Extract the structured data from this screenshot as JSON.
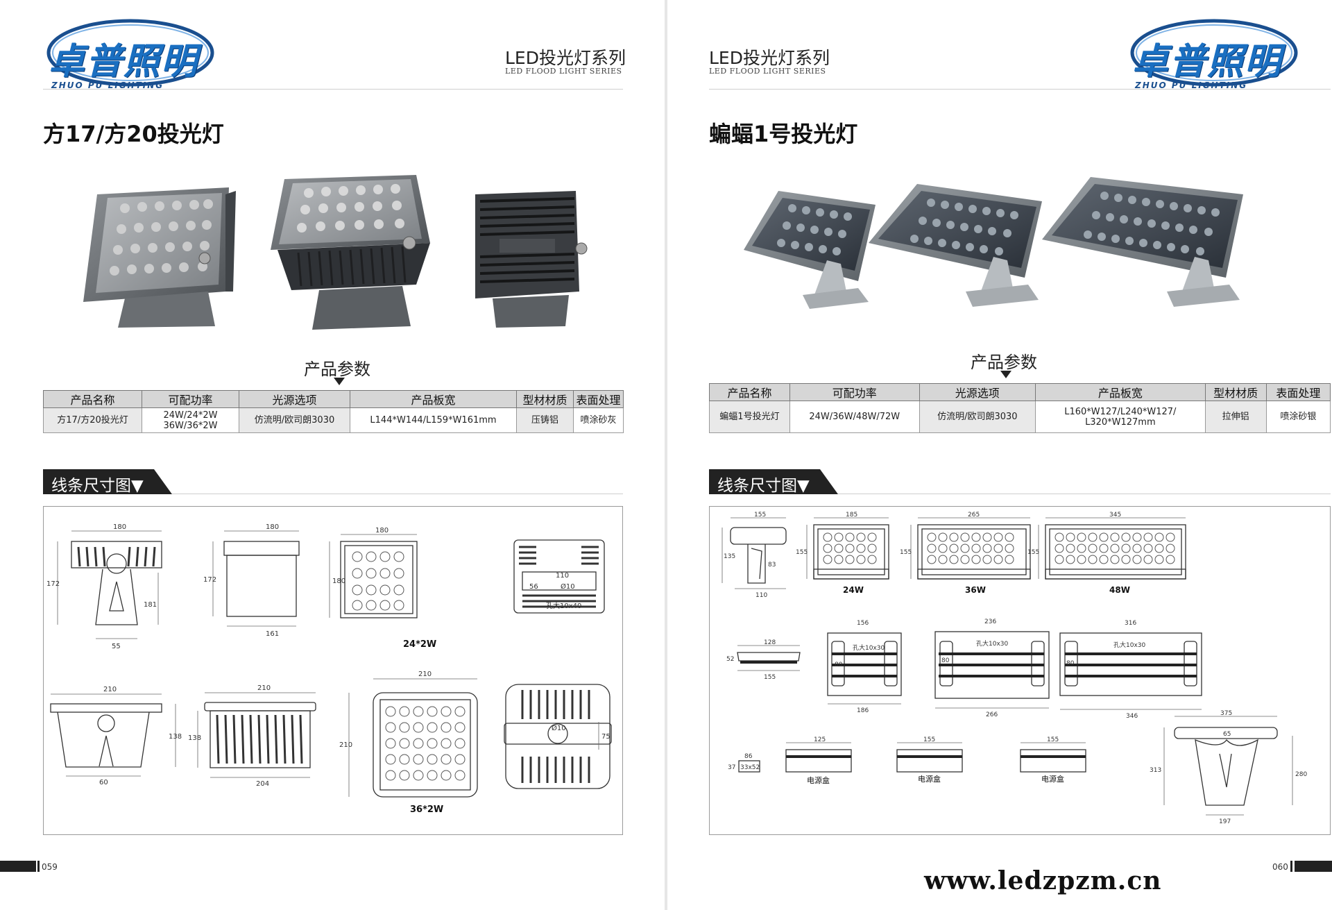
{
  "brand": {
    "name_cn": "卓普照明",
    "name_en": "ZHUO PU LIGHTING",
    "accent": "#1a6fc1"
  },
  "series": {
    "title": "LED投光灯系列",
    "subtitle": "LED FLOOD LIGHT SERIES"
  },
  "website": "www.ledzpzm.cn",
  "params_heading": "产品参数",
  "drawing_heading": "线条尺寸图▼",
  "table_headers": [
    "产品名称",
    "可配功率",
    "光源选项",
    "产品板宽",
    "型材材质",
    "表面处理"
  ],
  "left": {
    "product_title": "方17/方20投光灯",
    "page_number": "059",
    "row": {
      "name": "方17/方20投光灯",
      "power": [
        "24W/24*2W",
        "36W/36*2W"
      ],
      "source": "仿流明/欧司朗3030",
      "size": "L144*W144/L159*W161mm",
      "material": "压铸铝",
      "surface": "喷涂砂灰"
    },
    "drawing_labels": {
      "d1": "180",
      "d2": "172",
      "d3": "181",
      "d4": "55",
      "d5": "180",
      "d6": "172",
      "d7": "161",
      "d8": "180",
      "d9": "180",
      "cap1": "24*2W",
      "d10": "110",
      "d11": "56",
      "d12": "Ø10",
      "d13": "孔大10x40",
      "d14": "210",
      "d15": "138",
      "d16": "60",
      "d17": "210",
      "d18": "138",
      "d19": "204",
      "d20": "210",
      "d21": "210",
      "cap2": "36*2W",
      "d22": "Ø10",
      "d23": "75"
    }
  },
  "right": {
    "product_title": "蝙蝠1号投光灯",
    "page_number": "060",
    "row": {
      "name": "蝙蝠1号投光灯",
      "power": [
        "24W/36W/48W/72W"
      ],
      "source": "仿流明/欧司朗3030",
      "size": [
        "L160*W127/L240*W127/",
        "L320*W127mm"
      ],
      "material": "拉伸铝",
      "surface": "喷涂砂银"
    },
    "drawing_labels": {
      "r1": "155",
      "r2": "135",
      "r3": "83",
      "r4": "110",
      "r5": "185",
      "r6": "155",
      "cap24": "24W",
      "r7": "265",
      "r8": "155",
      "cap36": "36W",
      "r9": "345",
      "r10": "155",
      "cap48": "48W",
      "r11": "128",
      "r12": "52",
      "r13": "155",
      "r14": "156",
      "r15": "孔大10x30",
      "r16": "80",
      "r17": "186",
      "r18": "236",
      "r19": "孔大10x30",
      "r20": "80",
      "r21": "266",
      "r22": "316",
      "r23": "孔大10x30",
      "r24": "80",
      "r25": "346",
      "r26": "86",
      "r27": "37",
      "r28": "33x52",
      "r29": "125",
      "psu1": "电源盒",
      "r30": "155",
      "psu2": "电源盒",
      "r31": "155",
      "psu3": "电源盒",
      "r32": "375",
      "r33": "65",
      "r34": "313",
      "r35": "280",
      "r36": "197"
    }
  }
}
